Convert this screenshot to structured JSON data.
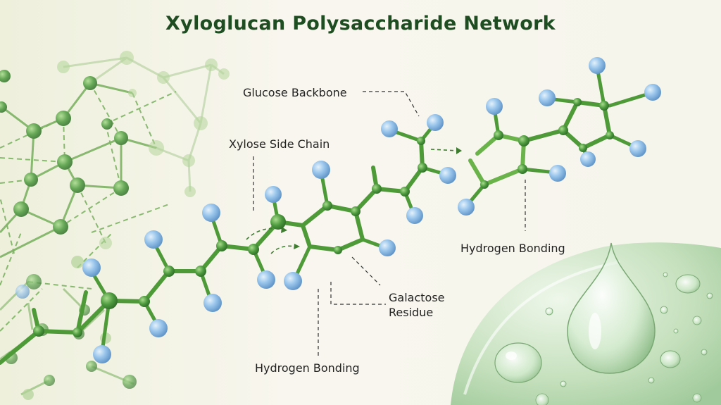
{
  "title": "Xyloglucan Polysaccharide Network",
  "labels": {
    "glucose_backbone": "Glucose Backbone",
    "xylose_side_chain": "Xylose Side Chain",
    "hydrogen_bonding_right": "Hydrogen Bonding",
    "galactose_line1": "Galactose",
    "galactose_line2": "Residue",
    "hydrogen_bonding_bottom": "Hydrogen Bonding"
  },
  "colors": {
    "bond_green": "#4f9a38",
    "atom_green": "#3f8f35",
    "atom_blue": "#8fbde6",
    "network_faded": "#a8cf8d",
    "water": "#c9e3c2",
    "title": "#1f4d22",
    "background": "#f7f5ec"
  }
}
